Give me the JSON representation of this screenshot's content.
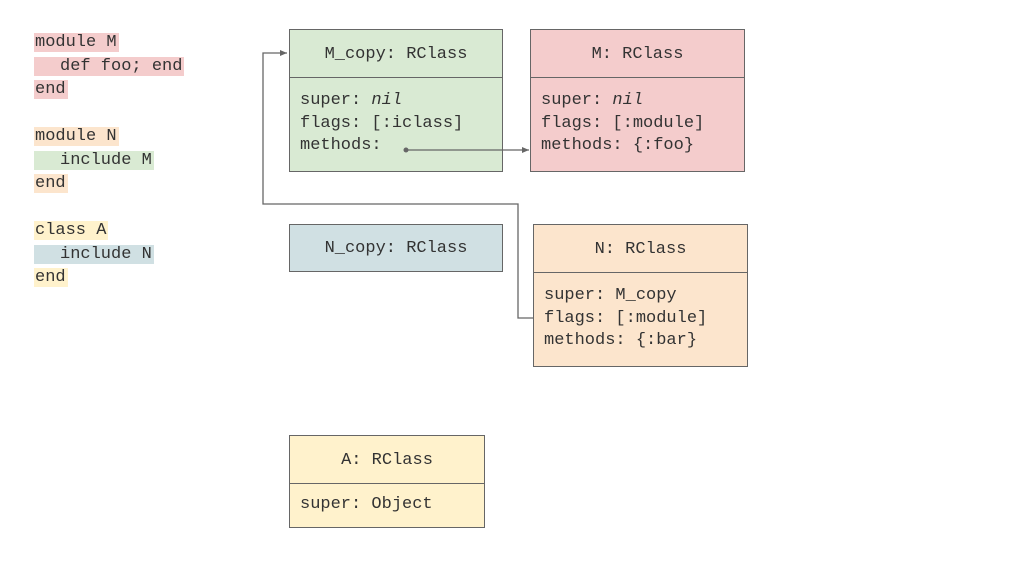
{
  "code": {
    "module_m": [
      "module M",
      "def foo; end",
      "end"
    ],
    "module_n": [
      "module N",
      "include M",
      "end"
    ],
    "class_a": [
      "class A",
      "include N",
      "end"
    ]
  },
  "boxes": {
    "m_copy": {
      "title": "M_copy: RClass",
      "super_label": "super: ",
      "super_value": "nil",
      "flags": "flags: [:iclass]",
      "methods": "methods:"
    },
    "m": {
      "title": "M: RClass",
      "super_label": "super: ",
      "super_value": "nil",
      "flags": "flags: [:module]",
      "methods": "methods: {:foo}"
    },
    "n_copy": {
      "title": "N_copy: RClass"
    },
    "n": {
      "title": "N: RClass",
      "super": "super: M_copy",
      "flags": "flags: [:module]",
      "methods": "methods: {:bar}"
    },
    "a": {
      "title": "A: RClass",
      "super": "super: Object"
    }
  },
  "colors": {
    "module_m": "#f4cccc",
    "module_n": "#fce5cd",
    "class_a": "#fff2cc",
    "include_m": "#d9ead3",
    "include_n": "#d0e0e3",
    "connector": "#666666"
  }
}
